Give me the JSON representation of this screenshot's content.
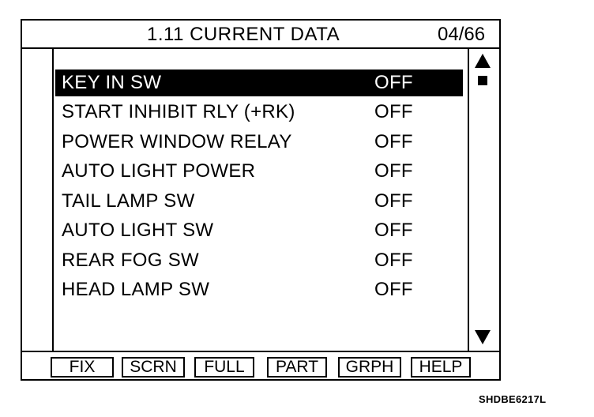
{
  "header": {
    "title": "1.11  CURRENT DATA",
    "page_counter": "04/66"
  },
  "data_rows": [
    {
      "name": "KEY IN SW",
      "value": "OFF",
      "selected": true
    },
    {
      "name": "START INHIBIT RLY (+RK)",
      "value": "OFF"
    },
    {
      "name": "POWER WINDOW RELAY",
      "value": "OFF"
    },
    {
      "name": "AUTO LIGHT POWER",
      "value": "OFF"
    },
    {
      "name": "TAIL LAMP SW",
      "value": "OFF"
    },
    {
      "name": "AUTO LIGHT SW",
      "value": "OFF"
    },
    {
      "name": "REAR FOG SW",
      "value": "OFF"
    },
    {
      "name": "HEAD LAMP SW",
      "value": "OFF"
    }
  ],
  "function_keys": [
    "FIX",
    "SCRN",
    "FULL",
    "PART",
    "GRPH",
    "HELP"
  ],
  "footer": {
    "figure_code": "SHDBE6217L"
  },
  "icons": {
    "scroll_up": "triangle-up-icon",
    "scroll_thumb": "square-icon",
    "scroll_down": "triangle-down-icon"
  },
  "colors": {
    "foreground": "#000000",
    "background": "#ffffff",
    "selection": "#000000"
  }
}
